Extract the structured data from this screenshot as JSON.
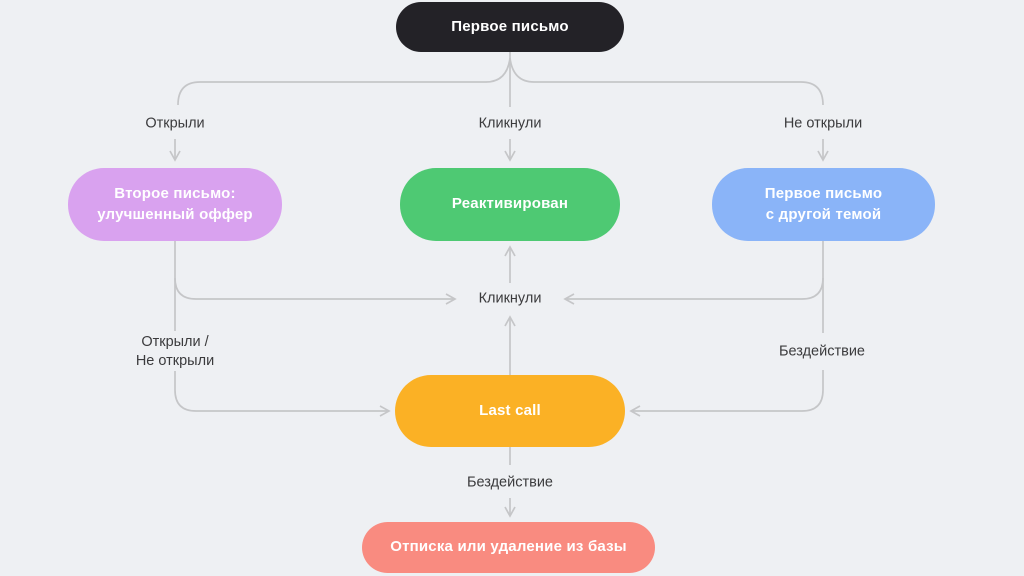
{
  "diagram": {
    "background_color": "#eef0f3",
    "line_color": "#c5c6c8",
    "label_color": "#3b3b3d",
    "nodes": {
      "first_email": {
        "label": "Первое письмо",
        "color": "#232227",
        "text_color": "#ffffff"
      },
      "second_email": {
        "label": "Второе письмо:\nулучшенный оффер",
        "color": "#d9a2ef",
        "text_color": "#ffffff"
      },
      "reactivated": {
        "label": "Реактивирован",
        "color": "#4ec973",
        "text_color": "#ffffff"
      },
      "first_email_new_subject": {
        "label": "Первое письмо\nс другой темой",
        "color": "#8ab4f8",
        "text_color": "#ffffff"
      },
      "last_call": {
        "label": "Last call",
        "color": "#fbb125",
        "text_color": "#ffffff"
      },
      "unsubscribe": {
        "label": "Отписка или удаление из базы",
        "color": "#f98b80",
        "text_color": "#ffffff"
      }
    },
    "edge_labels": {
      "opened": "Открыли",
      "clicked_top": "Кликнули",
      "not_opened": "Не открыли",
      "clicked_mid": "Кликнули",
      "opened_or_not": "Открыли /\nНе открыли",
      "inaction_right": "Бездействие",
      "inaction_bottom": "Бездействие"
    }
  }
}
